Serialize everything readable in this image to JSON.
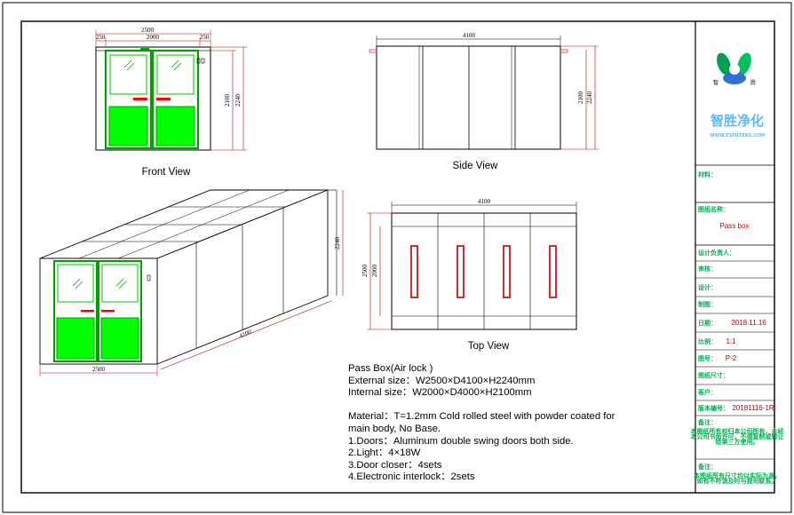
{
  "views": {
    "front": "Front View",
    "side": "Side View",
    "top": "Top View"
  },
  "dims": {
    "front_total": "2500",
    "front_left": "250",
    "front_mid": "2000",
    "front_right": "250",
    "front_h1": "2100",
    "front_h2": "2240",
    "side_len": "4100",
    "side_h1": "2100",
    "side_h2": "2240",
    "iso_h": "2240",
    "iso_len": "4100",
    "iso_w": "2500",
    "top_len": "4100",
    "top_w1": "2500",
    "top_w2": "2000"
  },
  "notes": {
    "l1": "Pass  Box(Air lock )",
    "l2": "External size：W2500×D4100×H2240mm",
    "l3": "Internal size：W2000×D4000×H2100mm",
    "l4": "Material：T=1.2mm  Cold rolled steel with powder  coated for",
    "l5": "main body,  No   Base.",
    "l6": "1.Doors：Aluminum double swing doors both side.",
    "l7": "2.Light：4×18W",
    "l8": "3.Door closer：4sets",
    "l9": "4.Electronic interlock：2sets"
  },
  "title_block": {
    "company": "智胜净化",
    "website": "WWW.ZSFILTERS.COM",
    "material_label": "材料：",
    "project_label": "图纸名称：",
    "project_value": "Pass box",
    "designer_label": "设计负责人：",
    "review_label": "审核：",
    "design_label": "设计：",
    "draw_label": "制图：",
    "date_label": "日期：",
    "date_value": "2018.11.16",
    "scale_label": "比例：",
    "scale_value": "1:1",
    "drawing_no_label": "图号：",
    "drawing_no_value": "P-2",
    "size_label": "图纸尺寸：",
    "client_label": "客户：",
    "version_label": "版本编号：",
    "version_value": "20181116-1R",
    "notes_label": "备注：",
    "notes_lines": [
      "本图纸所有权归本公司所有，未经",
      "本公司书面许可，不得复制或转让",
      "给第三方使用。"
    ],
    "note2_label": "备注：",
    "note2_lines": [
      "本图纸所有尺寸均以实际为准，",
      "如有不符请及时与我司联系。"
    ]
  },
  "colors": {
    "door_green": "#00ff00",
    "door_outline": "#00a000",
    "title_green": "#00b050",
    "dim_red": "#c00000",
    "handle_red": "#ff0000"
  }
}
